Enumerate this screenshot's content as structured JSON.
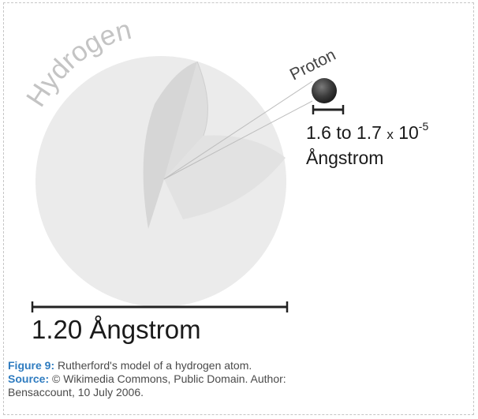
{
  "diagram": {
    "element_label": "Hydrogen",
    "particle_label": "Proton",
    "proton_size_prefix": "1.6 to 1.7 ",
    "proton_size_times": "x",
    "proton_size_base": " 10",
    "proton_size_exponent": "-5",
    "proton_size_unit": "Ångstrom",
    "atom_size": "1.20 Ångstrom"
  },
  "caption": {
    "figure_label": "Figure 9:",
    "figure_text": " Rutherford's model of a hydrogen atom.",
    "source_label": "Source:",
    "source_text_line1": " © Wikimedia Commons, Public Domain. Author:",
    "source_text_line2": "Bensaccount, 10 July 2006."
  },
  "colors": {
    "sphere": "#ebebeb",
    "inner_face": "#dcdcdc",
    "proton": "#3c3c3c",
    "label_grey": "#c4c4c4",
    "caption_accent": "#2f7cc0"
  }
}
